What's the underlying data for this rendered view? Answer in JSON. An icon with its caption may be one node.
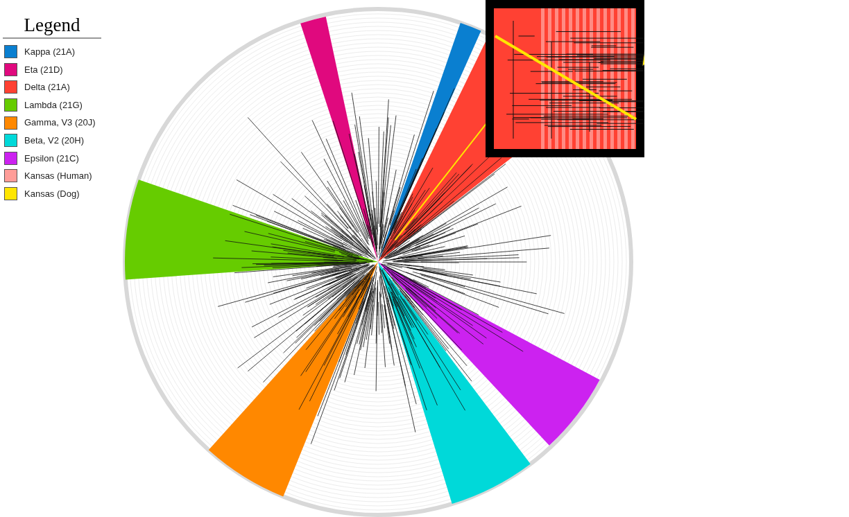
{
  "diagram": {
    "title": "Legend",
    "legend": [
      {
        "text": "Kappa (21A)",
        "color": "#0a7fd0"
      },
      {
        "text": "Eta (21D)",
        "color": "#e0097e"
      },
      {
        "text": "Delta (21A)",
        "color": "#ff4133"
      },
      {
        "text": "Lambda (21G)",
        "color": "#66cc00"
      },
      {
        "text": "Gamma, V3 (20J)",
        "color": "#ff8800"
      },
      {
        "text": "Beta, V2 (20H)",
        "color": "#00d9d9"
      },
      {
        "text": "Epsilon (21C)",
        "color": "#cc22f0"
      },
      {
        "text": "Kansas (Human)",
        "color": "#ff9d98"
      },
      {
        "text": "Kansas (Dog)",
        "color": "#ffe600"
      }
    ]
  }
}
